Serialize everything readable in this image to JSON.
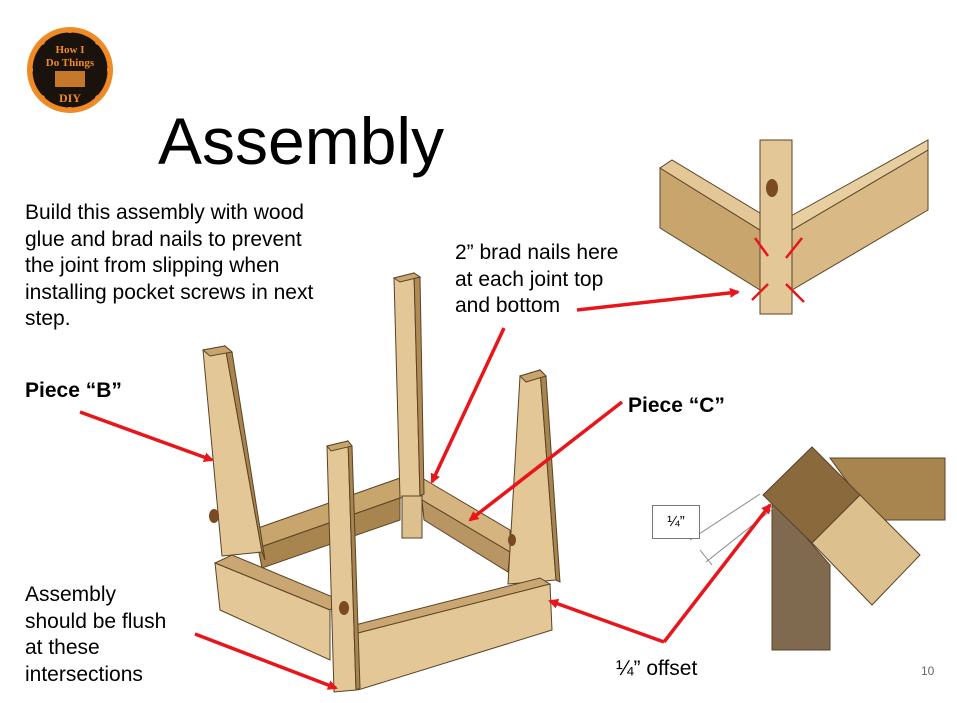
{
  "logo": {
    "line1": "How I",
    "line2": "Do Things",
    "line3": "DIY"
  },
  "title": "Assembly",
  "instruction": [
    "Build this assembly with wood",
    "glue and brad nails to prevent",
    "the joint from slipping when",
    "installing pocket screws in next",
    "step."
  ],
  "brad_note": [
    "2” brad nails here",
    "at each joint top",
    "and bottom"
  ],
  "piece_b": "Piece “B”",
  "piece_c": "Piece “C”",
  "flush_note": [
    "Assembly",
    "should be flush",
    "at these",
    "intersections"
  ],
  "offset_note": "¼” offset",
  "offset_box": "¼”",
  "page_number": "10",
  "colors": {
    "arrow": "#e8161b",
    "wood_light": "#e3c796",
    "wood_mid": "#c9a56e",
    "wood_dark": "#8a6a3c",
    "logo_orange": "#f08a24"
  }
}
